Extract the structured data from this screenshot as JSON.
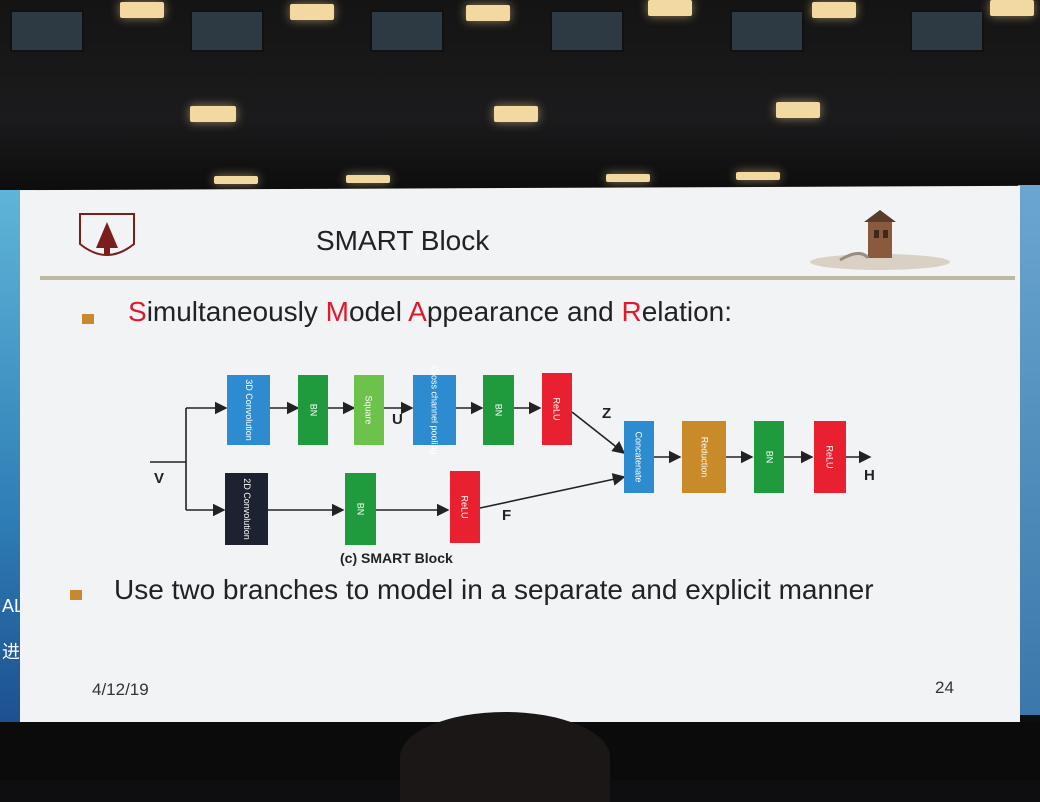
{
  "slide": {
    "title": "SMART Block",
    "bullet1": {
      "parts": [
        {
          "text": "S",
          "red": true
        },
        {
          "text": "imultaneously ",
          "red": false
        },
        {
          "text": "M",
          "red": true
        },
        {
          "text": "odel ",
          "red": false
        },
        {
          "text": "A",
          "red": true
        },
        {
          "text": "ppearance and ",
          "red": false
        },
        {
          "text": "R",
          "red": true
        },
        {
          "text": "elation:",
          "red": false
        }
      ]
    },
    "bullet2": "Use two branches to model in a separate and explicit manner",
    "caption": "(c) SMART Block",
    "date": "4/12/19",
    "page": "24",
    "left_edge_text": [
      "AL",
      "进"
    ]
  },
  "diagram": {
    "blocks": {
      "conv3d": "3D Convolution",
      "bn1": "BN",
      "square": "Square",
      "ccp": "Cross channel pooling",
      "bn2": "BN",
      "relu1": "ReLU",
      "conv2d": "2D Convolution",
      "bn3": "BN",
      "relu2": "ReLU",
      "concat": "Concatenate",
      "reduction": "Reduction",
      "bn4": "BN",
      "relu3": "ReLU"
    },
    "labels": {
      "v": "V",
      "u": "U",
      "z": "Z",
      "f": "F",
      "h": "H"
    }
  },
  "colors": {
    "conv_blue": "#2d8ccf",
    "bn_green": "#1f9a3c",
    "square_green": "#6cc24a",
    "relu_red": "#e8202f",
    "conv2d_black": "#1c2230",
    "reduction_orange": "#c98a2a",
    "bullet": "#c6892f",
    "highlight_red": "#e0192c"
  }
}
